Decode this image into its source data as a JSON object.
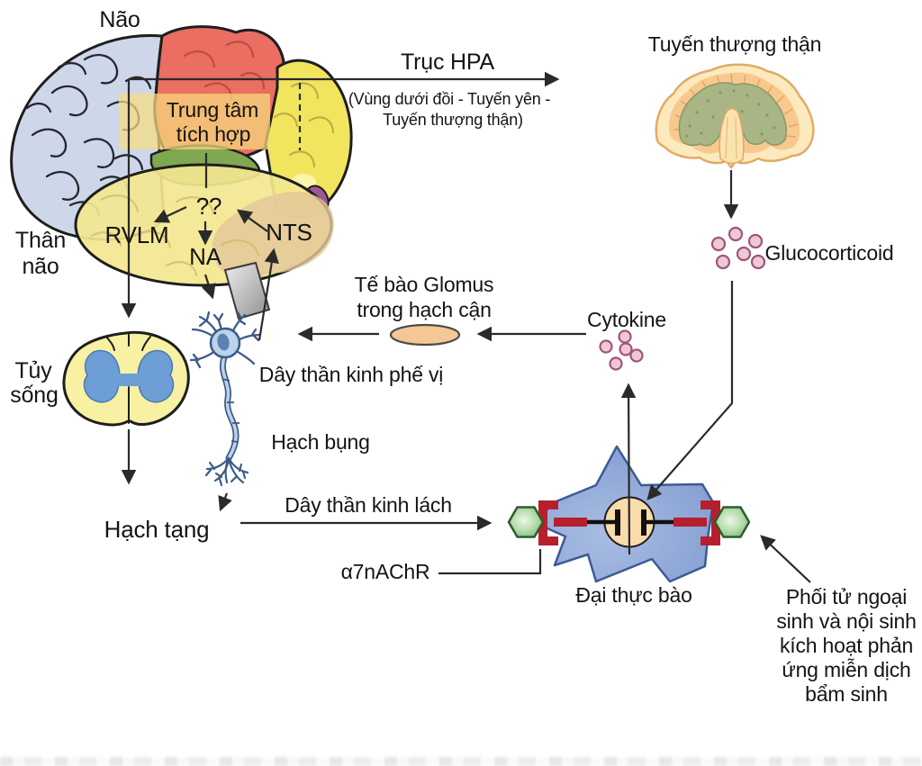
{
  "diagram": {
    "brain": {
      "label": "Não",
      "integration_center": [
        "Trung tâm",
        "tích hợp"
      ],
      "unknown_mark": "??",
      "rvlm": "RVLM",
      "na": "NA",
      "nts": "NTS",
      "brainstem_label": [
        "Thân",
        "não"
      ]
    },
    "hpa_axis": {
      "label": "Trục HPA",
      "subtitle": [
        "(Vùng dưới đồi - Tuyến yên -",
        "Tuyến thượng thận)"
      ]
    },
    "adrenal_gland_label": "Tuyến thượng thận",
    "glucocorticoid_label": "Glucocorticoid",
    "glomus_label": [
      "Tế bào Glomus",
      "trong hạch cận"
    ],
    "cytokine_label": "Cytokine",
    "spinal_cord_label": [
      "Tủy",
      "sống"
    ],
    "vagus_nerve_label": "Dây thần kinh phế vị",
    "celiac_ganglion_label": "Hạch bụng",
    "visceral_ganglion_label": "Hạch tạng",
    "splenic_nerve_label": "Dây thần kinh lách",
    "receptor_label": "α7nAChR",
    "macrophage_label": "Đại thực bào",
    "ligand_note": [
      "Phối tử ngoại",
      "sinh và nội sinh",
      "kích hoạt phản",
      "ứng miễn dịch",
      "bẩm sinh"
    ]
  },
  "colors": {
    "brain_cortex_blue": "#cdd7e9",
    "brain_red": "#ea6e62",
    "brain_yellow": "#f2e55e",
    "brain_green": "#7fa851",
    "brainstem_yellow": "#f3e78f",
    "nts_tan": "#e3c79a",
    "highlight_yellow": "#f6dd7e",
    "spinal_yellow": "#f8f1a4",
    "gray_matter_blue": "#6d9ed6",
    "neuron_blue": "#bdd3eb",
    "adrenal_cream": "#fce9bd",
    "adrenal_orange": "#f7c98e",
    "adrenal_green": "#a9b584",
    "hormone_pink": "#efc8d8",
    "macrophage_blue": "#8ca6d8",
    "nucleus_tan": "#f8dcab",
    "receptor_red": "#b6202e",
    "ligand_green": "#8cc18c",
    "line_dark": "#2a2a2a"
  }
}
